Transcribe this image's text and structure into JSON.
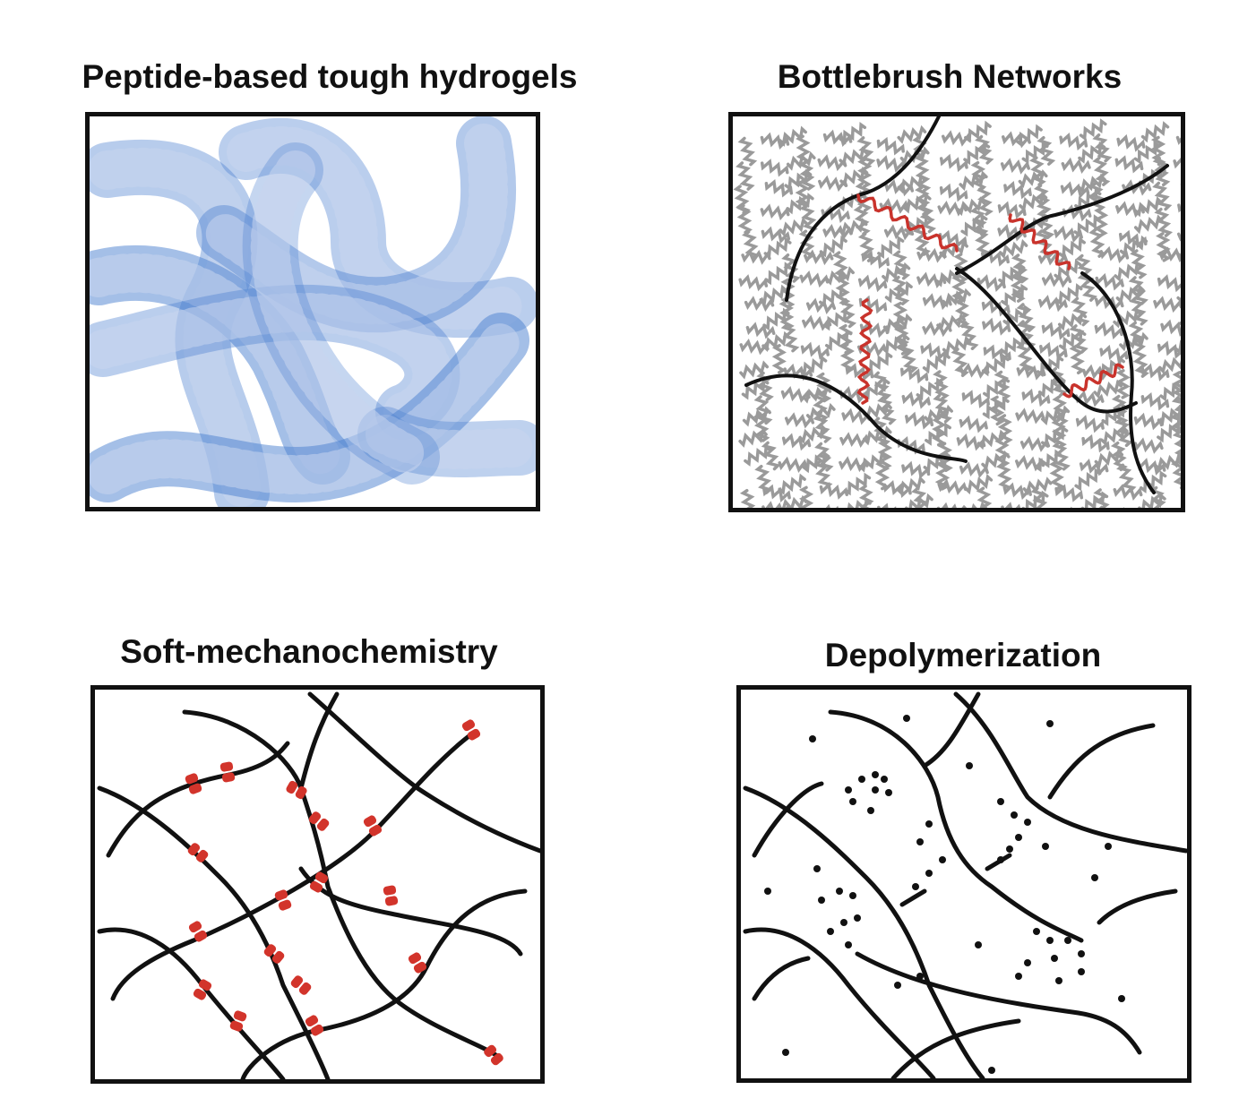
{
  "panels": [
    {
      "id": "peptide",
      "title": "Peptide-based tough hydrogels"
    },
    {
      "id": "bottlebrush",
      "title": "Bottlebrush Networks"
    },
    {
      "id": "soft",
      "title": "Soft-mechanochemistry"
    },
    {
      "id": "depoly",
      "title": "Depolymerization"
    }
  ],
  "colors": {
    "tube_blue": "#4a7fcf",
    "tube_coil": "#c8d6ef",
    "backbone": "#111111",
    "side_chain_gray": "#9a9a9a",
    "crosslink_red": "#c9332c",
    "mechanophore_red": "#d2342b",
    "border": "#111111"
  },
  "icons": [
    "coiled-peptide-tube",
    "bottlebrush-polymer",
    "mechanophore-crosslink",
    "monomer-dot"
  ]
}
